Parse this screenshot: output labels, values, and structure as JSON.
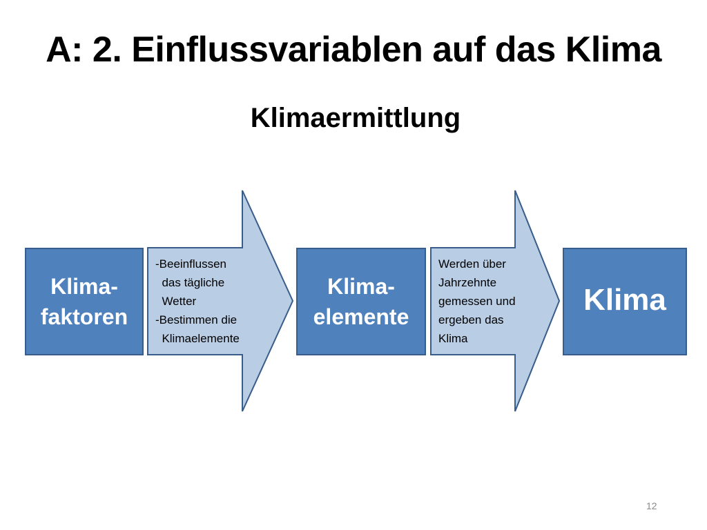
{
  "slide": {
    "title": "A: 2. Einflussvariablen auf das Klima",
    "subtitle": "Klimaermittlung",
    "page_number": "12"
  },
  "flow": {
    "box_factors": "Klima-\nfaktoren",
    "arrow_1_text": "-Beeinflussen\n  das tägliche\n  Wetter\n-Bestimmen die\n  Klimaelemente",
    "box_elements": "Klima-\nelemente",
    "arrow_2_text": "Werden über\nJahrzehnte\ngemessen und\nergeben das\nKlima",
    "box_result": "Klima"
  },
  "colors": {
    "box_fill": "#4f81bd",
    "box_border": "#385d8a",
    "arrow_fill": "#b9cde5",
    "arrow_border": "#385d8a"
  }
}
